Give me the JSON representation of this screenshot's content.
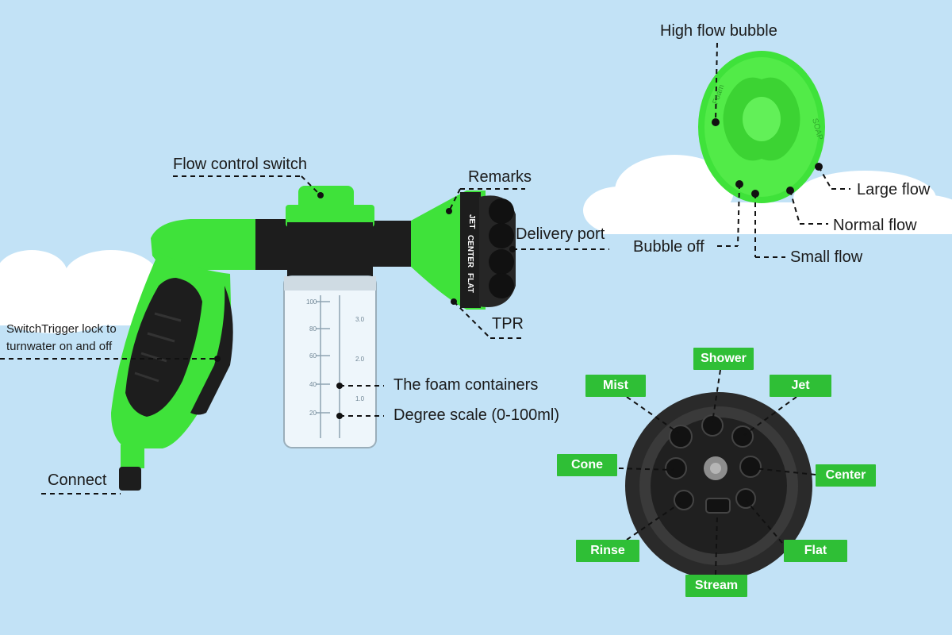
{
  "colors": {
    "background": "#c2e2f6",
    "product_green": "#3fe23a",
    "handle_black": "#1d1d1d",
    "tag_green": "#2fbf36",
    "cloud": "#ffffff"
  },
  "nozzle_labels": {
    "flow_control_switch": "Flow control switch",
    "remarks": "Remarks",
    "delivery_port": "Delivery port",
    "tpr": "TPR",
    "trigger_line1": "SwitchTrigger lock to",
    "trigger_line2": "turnwater on and off",
    "foam_containers": "The foam containers",
    "degree_scale": "Degree scale (0-100ml)",
    "connect": "Connect"
  },
  "knob_labels": {
    "high_flow_bubble": "High flow bubble",
    "large_flow": "Large flow",
    "normal_flow": "Normal flow",
    "bubble_off": "Bubble off",
    "small_flow": "Small flow",
    "knob_print_left": "Foam",
    "knob_print_right": "SOAP"
  },
  "spray_patterns": {
    "shower": "Shower",
    "mist": "Mist",
    "jet": "Jet",
    "cone": "Cone",
    "center": "Center",
    "rinse": "Rinse",
    "flat": "Flat",
    "stream": "Stream"
  },
  "dial_prints": {
    "center": "CENTER",
    "flat": "FLAT",
    "top": "JET"
  },
  "bottle_scale": [
    "100",
    "80",
    "60",
    "40",
    "20"
  ],
  "bottle_scale_right": [
    "3.0",
    "2.0",
    "1.0"
  ]
}
